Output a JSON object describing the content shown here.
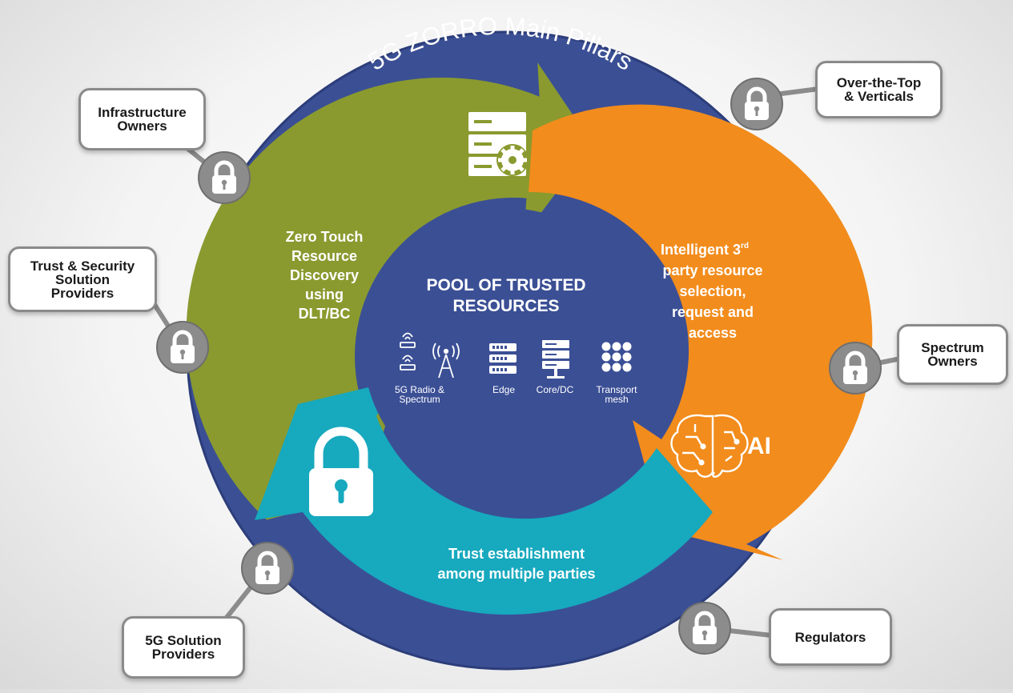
{
  "diagram": {
    "ring_title": "5G ZORRO Main Pillars",
    "center": {
      "title_line1": "POOL OF TRUSTED",
      "title_line2": "RESOURCES",
      "resources": [
        {
          "label_line1": "5G Radio &",
          "label_line2": "Spectrum",
          "icon": "radio-spectrum-icon"
        },
        {
          "label_line1": "Edge",
          "label_line2": "",
          "icon": "edge-server-icon"
        },
        {
          "label_line1": "Core/DC",
          "label_line2": "",
          "icon": "core-dc-icon"
        },
        {
          "label_line1": "Transport",
          "label_line2": "mesh",
          "icon": "transport-mesh-icon"
        }
      ]
    },
    "segments": {
      "discovery": {
        "lines": [
          "Zero Touch",
          "Resource",
          "Discovery",
          "using",
          "DLT/BC"
        ],
        "color": "#8a9a2f",
        "icon": "server-gear-icon"
      },
      "selection": {
        "lines": [
          "Intelligent 3",
          "party resource",
          "selection,",
          "request and",
          "access"
        ],
        "superscript": "rd",
        "color": "#f28c1c",
        "icon": "ai-brain-icon",
        "icon_label": "AI"
      },
      "trust": {
        "lines": [
          "Trust establishment",
          "among multiple parties"
        ],
        "color": "#17a9be",
        "icon": "lock-icon"
      }
    },
    "stakeholders": [
      {
        "id": "infrastructure-owners",
        "label": "Infrastructure\nOwners"
      },
      {
        "id": "trust-security-providers",
        "label": "Trust  & Security\nSolution\nProviders"
      },
      {
        "id": "5g-solution-providers",
        "label": "5G Solution\nProviders"
      },
      {
        "id": "over-the-top-verticals",
        "label": "Over-the-Top\n& Verticals"
      },
      {
        "id": "spectrum-owners",
        "label": "Spectrum\nOwners"
      },
      {
        "id": "regulators",
        "label": "Regulators"
      }
    ],
    "colors": {
      "ring": "#3b4f95",
      "inner_circle": "#3b4f95",
      "discovery": "#8a9a2f",
      "selection": "#f28c1c",
      "trust": "#17a9be",
      "lock_badge": "#8c8c8c"
    }
  }
}
